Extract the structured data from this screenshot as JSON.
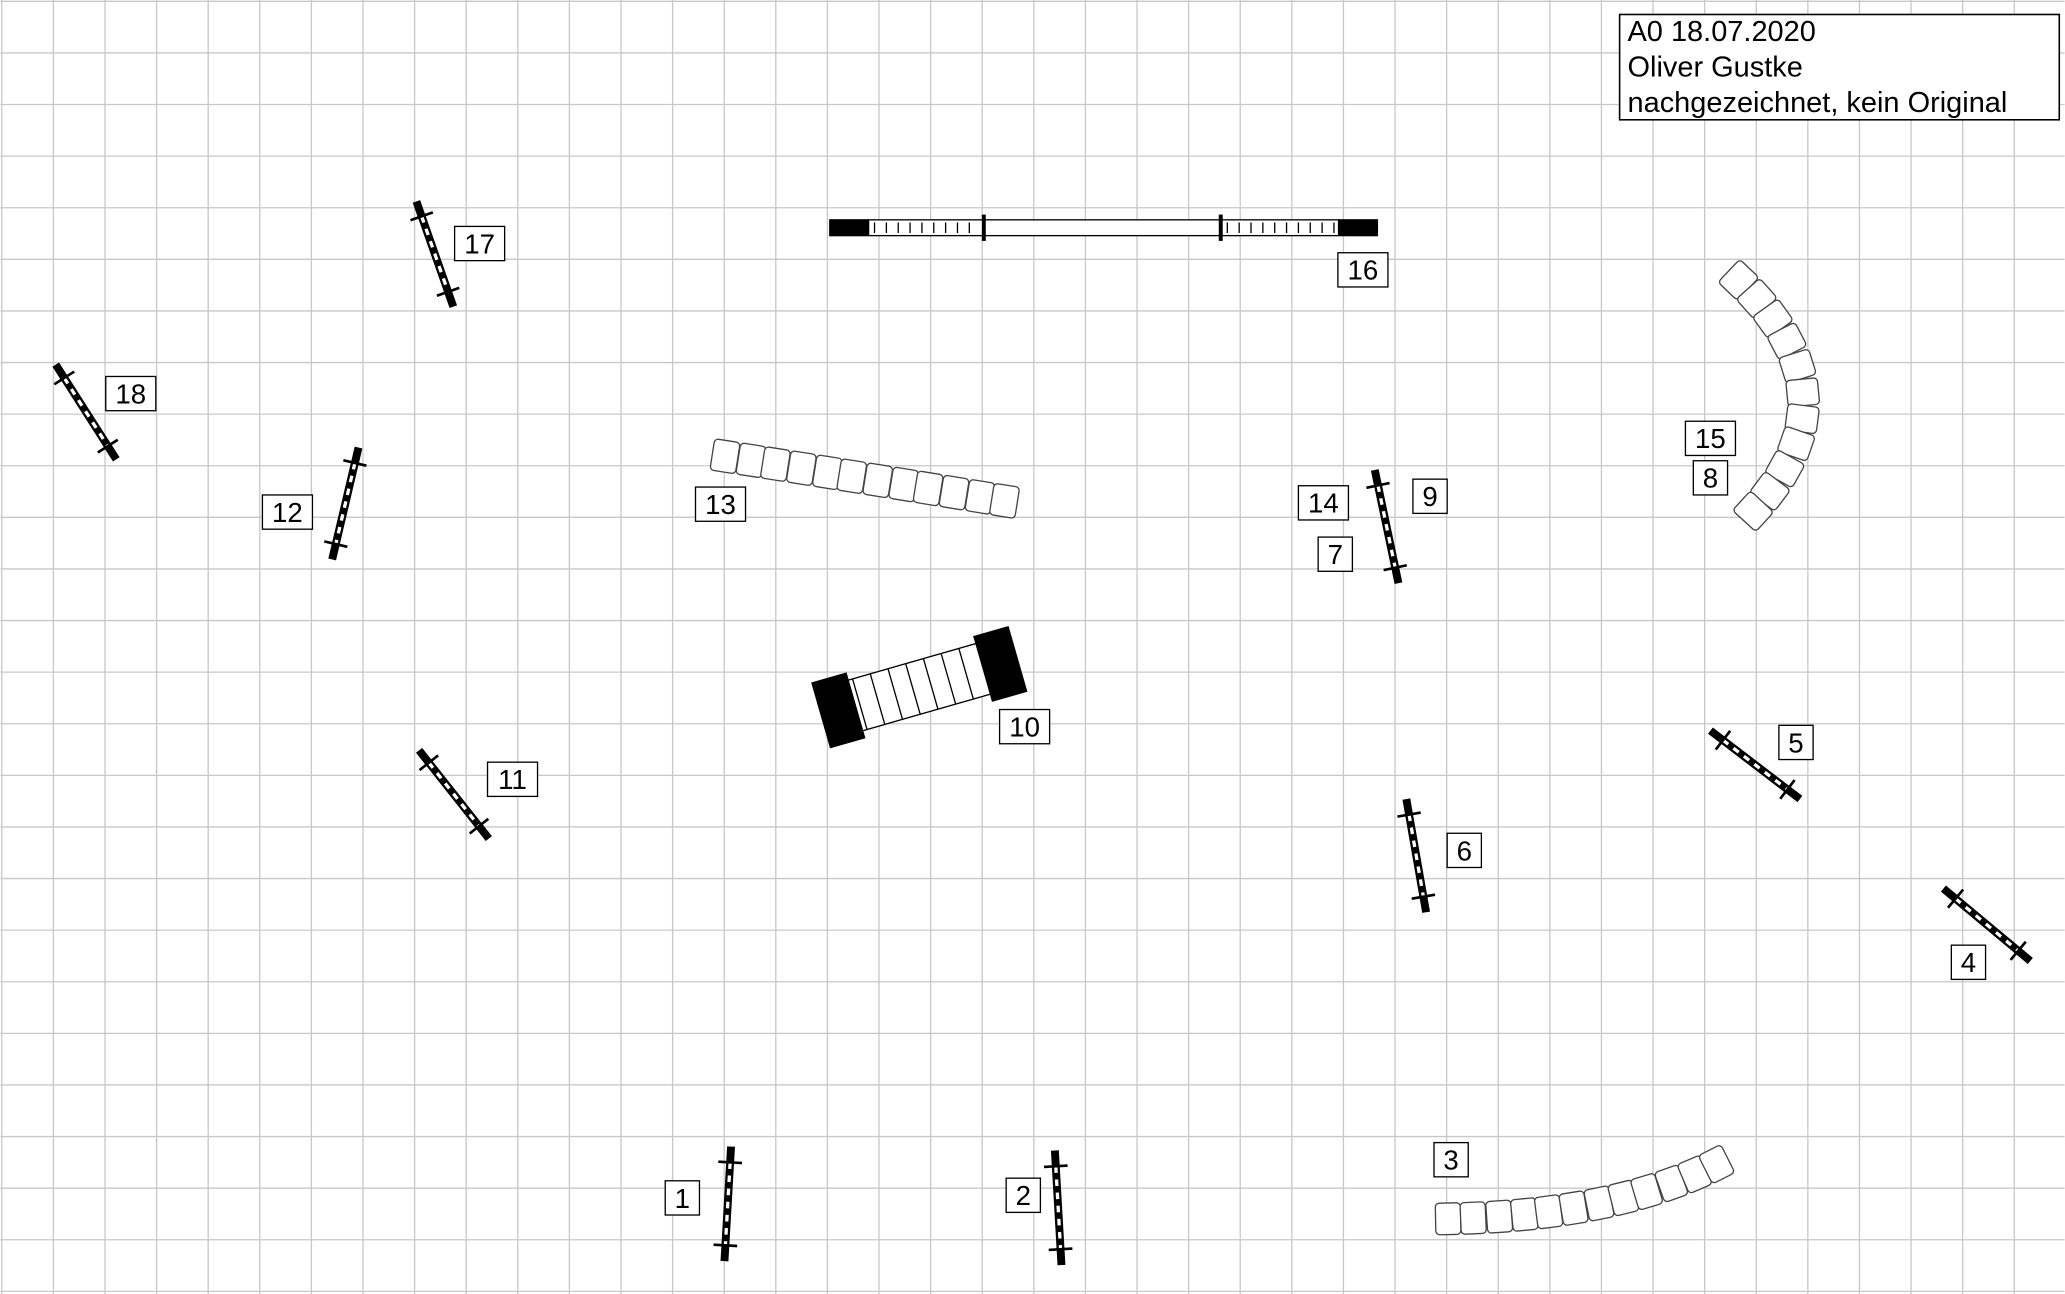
{
  "title_box": {
    "lines": [
      "A0 18.07.2020",
      "Oliver Gustke",
      "nachgezeichnet, kein Original"
    ]
  },
  "colors": {
    "grid": "#c8c8c8",
    "ink": "#000000",
    "background": "#ffffff"
  },
  "obstacles": {
    "jumps": [
      {
        "id": "jump-17",
        "numbers": [
          "17"
        ]
      },
      {
        "id": "jump-18",
        "numbers": [
          "18"
        ]
      },
      {
        "id": "jump-12",
        "numbers": [
          "12"
        ]
      },
      {
        "id": "jump-11",
        "numbers": [
          "11"
        ]
      },
      {
        "id": "jump-9-14-7",
        "numbers": [
          "14",
          "9",
          "7"
        ]
      },
      {
        "id": "jump-5",
        "numbers": [
          "5"
        ]
      },
      {
        "id": "jump-6",
        "numbers": [
          "6"
        ]
      },
      {
        "id": "jump-4",
        "numbers": [
          "4"
        ]
      },
      {
        "id": "jump-1",
        "numbers": [
          "1"
        ]
      },
      {
        "id": "jump-2",
        "numbers": [
          "2"
        ]
      }
    ],
    "tunnels": [
      {
        "id": "tunnel-13",
        "numbers": [
          "13"
        ]
      },
      {
        "id": "tunnel-3",
        "numbers": [
          "3"
        ]
      },
      {
        "id": "tunnel-15-8",
        "numbers": [
          "15",
          "8"
        ]
      }
    ],
    "dogwalk": {
      "id": "dogwalk-16",
      "numbers": [
        "16"
      ]
    },
    "aframe": {
      "id": "aframe-10",
      "numbers": [
        "10"
      ]
    }
  }
}
